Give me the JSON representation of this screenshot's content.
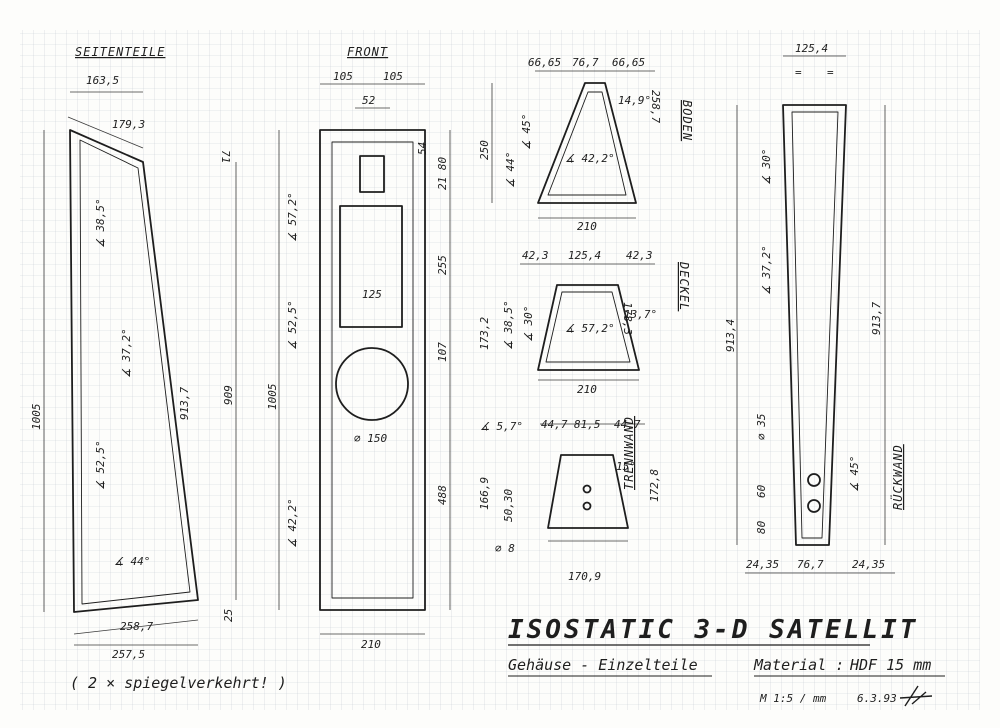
{
  "labels": {
    "seitenteile": "SEITENTEILE",
    "front": "FRONT",
    "boden": "BODEN",
    "deckel": "DECKEL",
    "trennwand": "TRENNWAND",
    "rueckwand": "RÜCKWAND"
  },
  "seitenteile": {
    "w_top": "163,5",
    "diag": "179,3",
    "h_top": "71",
    "angle1": "∡ 38,5°",
    "angle2": "∡ 37,2°",
    "slant": "913,7",
    "h_left": "1005",
    "h_right": "909",
    "angle3": "∡ 52,5°",
    "angle4": "∡ 44°",
    "bottom1": "258,7",
    "bottom2": "257,5",
    "h_bottom": "25",
    "note": "( 2 × spiegelverkehrt! )"
  },
  "front": {
    "w1": "105",
    "w2": "105",
    "opening": "52",
    "d54": "54",
    "d2180": "21 80",
    "angle1": "∡ 57,2°",
    "d255": "255",
    "d125": "125",
    "angle2": "∡ 52,5°",
    "d107": "107",
    "h_left": "1005",
    "diameter": "⌀ 150",
    "d488": "488",
    "angle3": "∡ 42,2°",
    "bottom": "210"
  },
  "boden": {
    "t1": "66,65",
    "t2": "76,7",
    "t3": "66,65",
    "a_small": "14,9°",
    "h_left": "250",
    "angle1": "∡ 45°",
    "angle2": "∡ 44°",
    "angle3": "∡ 42,2°",
    "slant": "258,7",
    "bottom": "210"
  },
  "deckel": {
    "t1": "42,3",
    "t2": "125,4",
    "t3": "42,3",
    "h_left": "173,2",
    "angle1": "∡ 38,5°",
    "angle2": "∡ 30°",
    "angle3": "∡ 57,2°",
    "a_small": "13,7°",
    "slant": "178,3",
    "bottom": "210"
  },
  "trennwand": {
    "angle1": "∡ 5,7°",
    "t1": "44,7",
    "t2": "81,5",
    "t3": "44,7",
    "a_small": "15°",
    "h_left": "166,9",
    "slant": "172,8",
    "hole_d": "50,30",
    "hole_label": "⌀ 8",
    "bottom": "170,9"
  },
  "rueckwand": {
    "top": "125,4",
    "equal": "=",
    "angle1": "∡ 30°",
    "angle2": "∡ 37,2°",
    "h_left": "913,4",
    "h_right": "913,7",
    "hole": "⌀ 35",
    "d60": "60",
    "d80": "80",
    "angle3": "∡ 45°",
    "b1": "24,35",
    "b2": "76,7",
    "b3": "24,35"
  },
  "title": {
    "main": "ISOSTATIC 3-D SATELLIT",
    "sub": "Gehäuse - Einzelteile",
    "material_label": "Material :",
    "material_value": "HDF 15 mm",
    "scale": "M 1:5 / mm",
    "date": "6.3.93"
  }
}
